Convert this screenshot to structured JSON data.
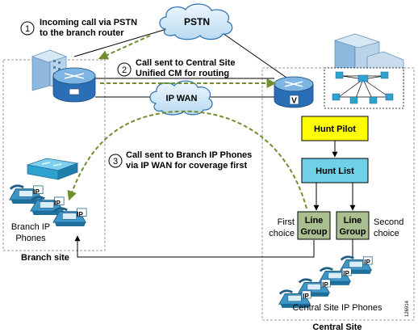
{
  "colors": {
    "cloud_fill": "#cfe6f7",
    "cloud_stroke": "#2c6fb0",
    "router_body": "#2a6eb5",
    "router_top": "#7fb5e3",
    "hunt_pilot": "#ffff00",
    "hunt_list": "#6fd0e6",
    "line_group": "#a9bf8f",
    "signal_path": "#6f8f2f",
    "site_border": "#999999",
    "building": "#8fb8de",
    "switch": "#2fa3cf",
    "phone": "#3d96c8"
  },
  "icons": {
    "pstn": "cloud-icon",
    "ipwan": "cloud-icon",
    "branch_router": "router-icon",
    "central_router": "router-icon",
    "branch_building": "building-icon",
    "central_building": "building-icon",
    "cluster": "network-cluster-icon",
    "switch": "switch-icon",
    "phone": "ip-phone-icon"
  },
  "diagram": {
    "pstn_label": "PSTN",
    "ipwan_label": "IP WAN",
    "central_router_badge": "V",
    "steps": [
      {
        "number": "1",
        "line1": "Incoming call via PSTN",
        "line2": "to the branch router"
      },
      {
        "number": "2",
        "line1": "Call sent to Central Site",
        "line2": "Unified CM for routing"
      },
      {
        "number": "3",
        "line1": "Call sent to Branch IP Phones",
        "line2": "via IP WAN for coverage first"
      }
    ],
    "hunt_pilot": "Hunt Pilot",
    "hunt_list": "Hunt List",
    "line_group_1": {
      "line1": "Line",
      "line2": "Group"
    },
    "line_group_2": {
      "line1": "Line",
      "line2": "Group"
    },
    "first_choice": {
      "line1": "First",
      "line2": "choice"
    },
    "second_choice": {
      "line1": "Second",
      "line2": "choice"
    },
    "branch_phones": {
      "line1": "Branch IP",
      "line2": "Phones"
    },
    "phone_badge": "IP",
    "central_phones": "Central Site IP Phones",
    "branch_site": "Branch site",
    "central_site": "Central Site",
    "figure_id": "126914"
  }
}
